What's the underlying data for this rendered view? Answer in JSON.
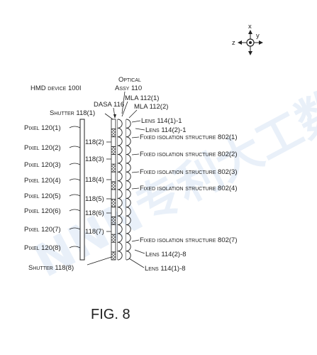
{
  "figure": {
    "caption": "FIG. 8",
    "watermark": "NNN专利大工数"
  },
  "axes": {
    "x": "x",
    "y": "y",
    "z": "z"
  },
  "labels": {
    "hmd": "HMD device 100I",
    "optical": "Optical",
    "assy": "Assy 110",
    "dasa": "DASA 116",
    "mla1": "MLA 112(1)",
    "mla2": "MLA 112(2)",
    "shutter_top": "Shutter 118(1)",
    "shutter_bottom": "Shutter 118(8)",
    "lens_top_1": "Lens 114(1)-1",
    "lens_top_2": "Lens 114(2)-1",
    "lens_bottom_2": "Lens 114(2)-8",
    "lens_bottom_1": "Lens 114(1)-8"
  },
  "pixels": [
    "Pixel 120(1)",
    "Pixel 120(2)",
    "Pixel 120(3)",
    "Pixel 120(4)",
    "Pixel 120(5)",
    "Pixel 120(6)",
    "Pixel 120(7)",
    "Pixel 120(8)"
  ],
  "shutters": [
    "118(2)",
    "118(3)",
    "118(4)",
    "118(5)",
    "118(6)",
    "118(7)"
  ],
  "isolation": [
    "Fixed isolation structure 802(1)",
    "Fixed isolation structure 802(2)",
    "Fixed isolation structure 802(3)",
    "Fixed isolation structure 802(4)",
    "Fixed isolation structure 802(7)"
  ]
}
